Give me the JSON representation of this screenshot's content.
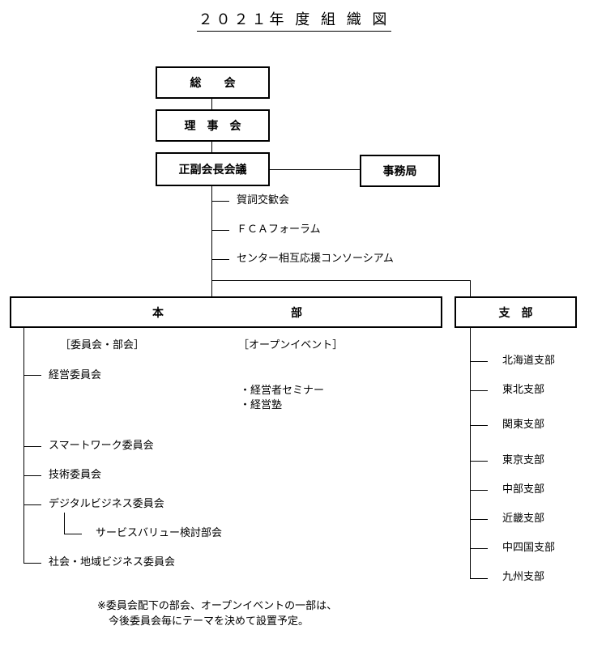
{
  "title": "２０２１年 度 組 織 図",
  "boxes": {
    "general": "総　　会",
    "board": "理　事　会",
    "council": "正副会長会議",
    "secretariat": "事務局",
    "hq_left": "本",
    "hq_right": "部",
    "branch": "支　部"
  },
  "council_items": [
    "賀詞交歓会",
    "ＦＣＡフォーラム",
    "センター相互応援コンソーシアム"
  ],
  "headers": {
    "committees": "［委員会・部会］",
    "events": "［オープンイベント］"
  },
  "committees": [
    "経営委員会",
    "スマートワーク委員会",
    "技術委員会",
    "デジタルビジネス委員会",
    "サービスバリュー検討部会",
    "社会・地域ビジネス委員会"
  ],
  "events": [
    "・経営者セミナー",
    "・経営塾"
  ],
  "branches": [
    "北海道支部",
    "東北支部",
    "関東支部",
    "東京支部",
    "中部支部",
    "近畿支部",
    "中四国支部",
    "九州支部"
  ],
  "note": [
    "※委員会配下の部会、オープンイベントの一部は、",
    "今後委員会毎にテーマを決めて設置予定。"
  ]
}
